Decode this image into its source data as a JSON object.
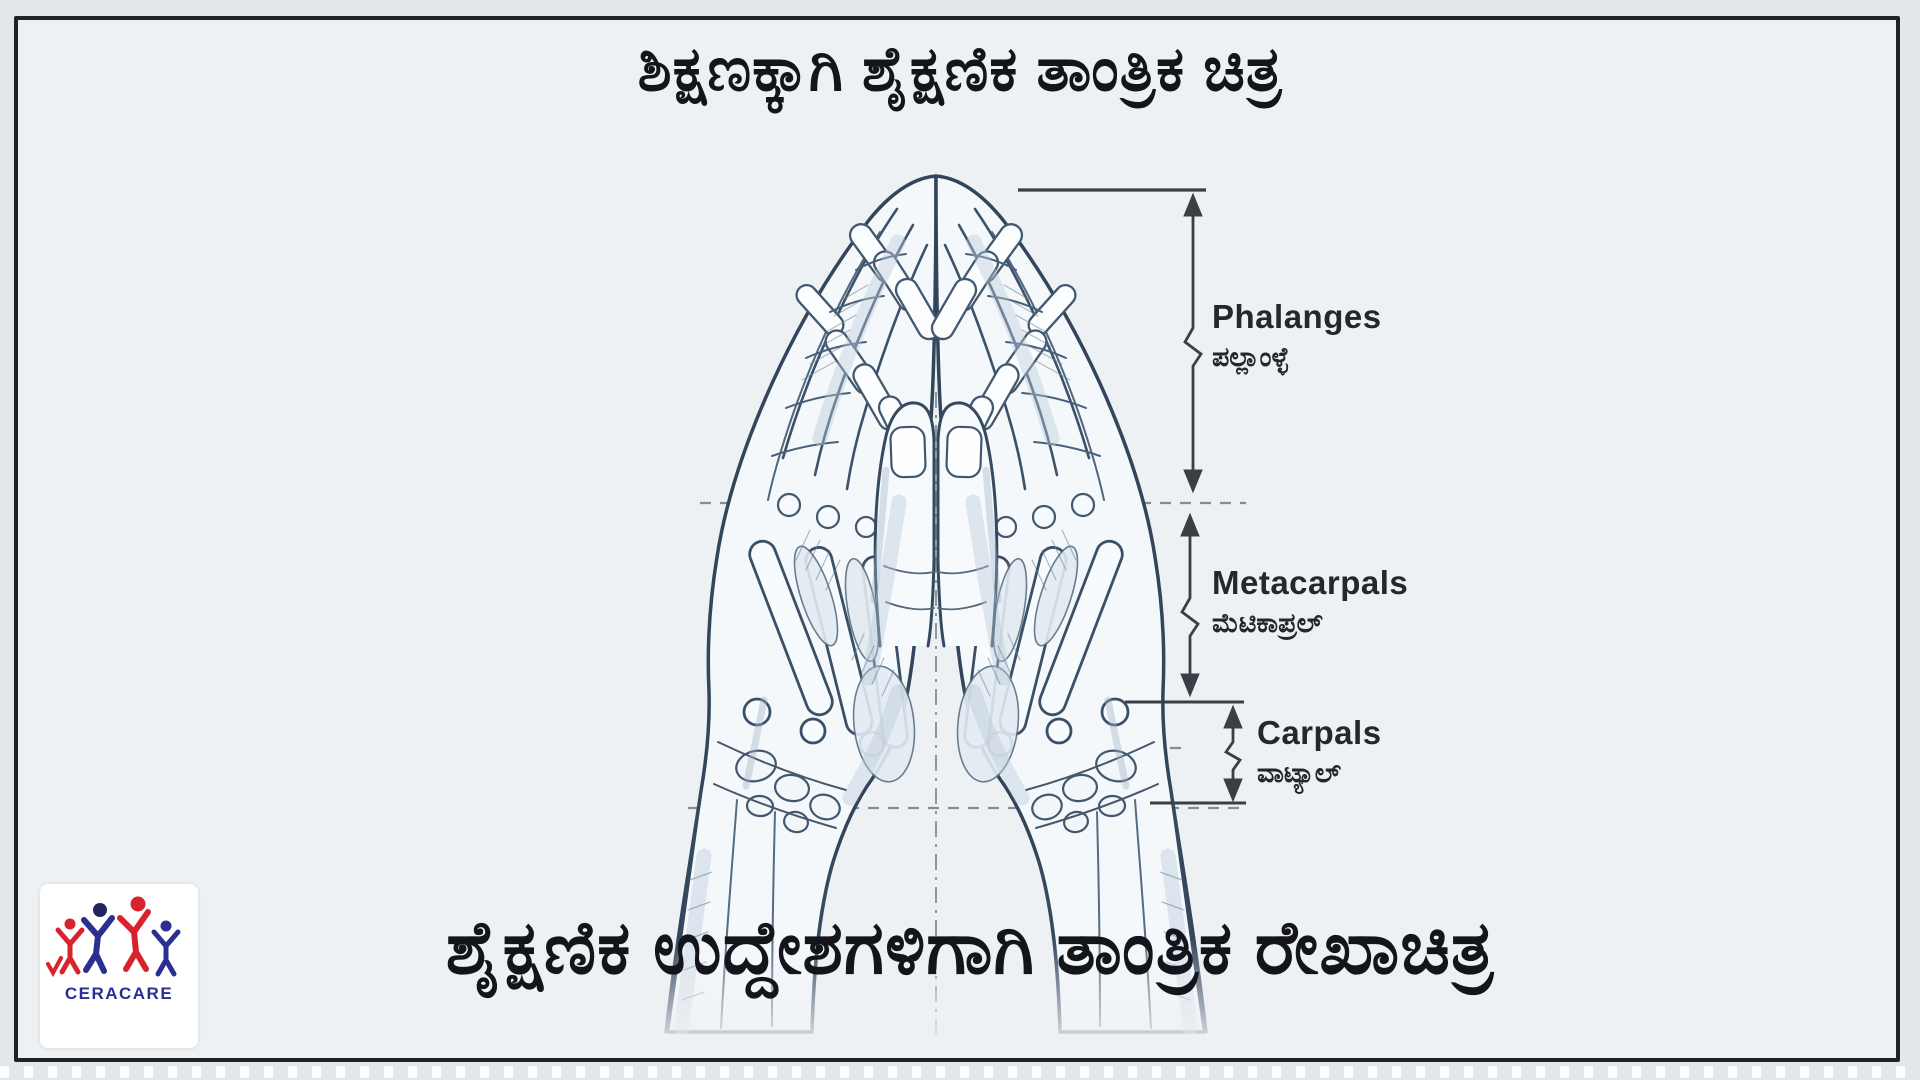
{
  "title": {
    "text": "ಶಿಕ್ಷಣಕ್ಕಾಗಿ ಶೈಕ್ಷಣಿಕ ತಾಂತ್ರಿಕ ಚಿತ್ರ"
  },
  "diagram": {
    "subject": "praying-hands-skeletal-anatomy",
    "labels": [
      {
        "en": "Phalanges",
        "kn": "ಪಲ್ಲಾಂಳ್ಳೆ"
      },
      {
        "en": "Metacarpals",
        "kn": "ಮೆಟಿಕಾಪ್ರಲ್"
      },
      {
        "en": "Carpals",
        "kn": "ವಾಟ್ಯಾಲ್"
      }
    ],
    "colors": {
      "ink": "#32455b",
      "dimension_line": "#3a3f46",
      "shade": "#b9c9da",
      "background": "#eef1f4",
      "frame_border": "#20222a"
    }
  },
  "footer": {
    "text": "ಶೈಕ್ಷಣಿಕ ಉದ್ದೇಶಗಳಿಗಾಗಿ ತಾಂತ್ರಿಕ ರೇಖಾಚಿತ್ರ"
  },
  "logo": {
    "text": "CERACARE",
    "colors": {
      "navy": "#2b2f90",
      "red": "#d8232e"
    }
  }
}
